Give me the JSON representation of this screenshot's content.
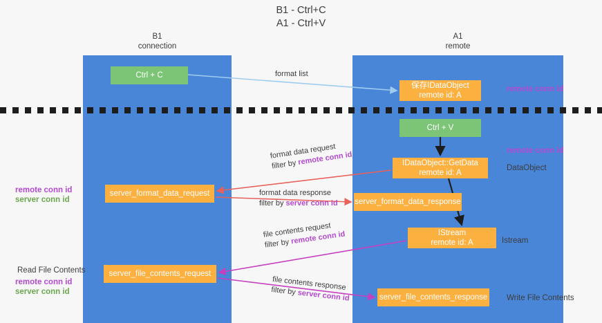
{
  "title": {
    "line1": "B1 - Ctrl+C",
    "line2": "A1 - Ctrl+V"
  },
  "lanes": [
    {
      "id": "b1",
      "name": "B1",
      "role": "connection"
    },
    {
      "id": "a1",
      "name": "A1",
      "role": "remote"
    }
  ],
  "nodes": {
    "ctrl_c": {
      "line1": "Ctrl + C",
      "color": "#7cc576"
    },
    "save_idataobject": {
      "line1": "保存IDataObject",
      "line2": "remote id: A",
      "color": "#fbb040"
    },
    "ctrl_v": {
      "line1": "Ctrl + V",
      "color": "#7cc576"
    },
    "getdata": {
      "line1": "IDataObject::GetData",
      "line2": "remote id: A",
      "color": "#fbb040"
    },
    "server_format_data_request": {
      "line1": "server_format_data_request",
      "color": "#fbb040"
    },
    "server_format_data_response": {
      "line1": "server_format_data_response",
      "color": "#fbb040"
    },
    "istream": {
      "line1": "IStream",
      "line2": "remote id: A",
      "color": "#fbb040"
    },
    "server_file_contents_request": {
      "line1": "server_file_contents_request",
      "color": "#fbb040"
    },
    "server_file_contents_response": {
      "line1": "server_file_contents_response",
      "color": "#fbb040"
    }
  },
  "edges": {
    "format_list": {
      "label": "format list"
    },
    "format_data_request": {
      "label": "format data request",
      "filter_prefix": "filter by ",
      "filter_key": "remote conn id"
    },
    "format_data_response": {
      "label": "format data response",
      "filter_prefix": "filter by ",
      "filter_key": "server conn id"
    },
    "file_contents_request": {
      "label": "file contents request",
      "filter_prefix": "filter by ",
      "filter_key": "remote conn id"
    },
    "file_contents_response": {
      "label": "file contents response",
      "filter_prefix": "filter by ",
      "filter_key": "server conn id"
    }
  },
  "annotations": {
    "remote_conn_id_top": "remote conn id",
    "remote_conn_id_mid": "remote conn id",
    "dataobject": "DataObject",
    "istream": "Istream",
    "write_file_contents": "Write File Contents",
    "read_file_contents": "Read File Contents",
    "left_remote_conn_id_1": "remote conn id",
    "left_server_conn_id_1": "server conn id",
    "left_remote_conn_id_2": "remote conn id",
    "left_server_conn_id_2": "server conn id"
  },
  "colors": {
    "lane": "#4a86d8",
    "green_node": "#7cc576",
    "orange_node": "#fbb040",
    "purple_text": "#b44ad0",
    "green_text": "#6aa84f",
    "arrow_blue": "#9fcdf0",
    "arrow_red": "#e8615c",
    "arrow_magenta": "#c73fc0",
    "arrow_black": "#1d1d1d",
    "background": "#f7f7f7"
  }
}
